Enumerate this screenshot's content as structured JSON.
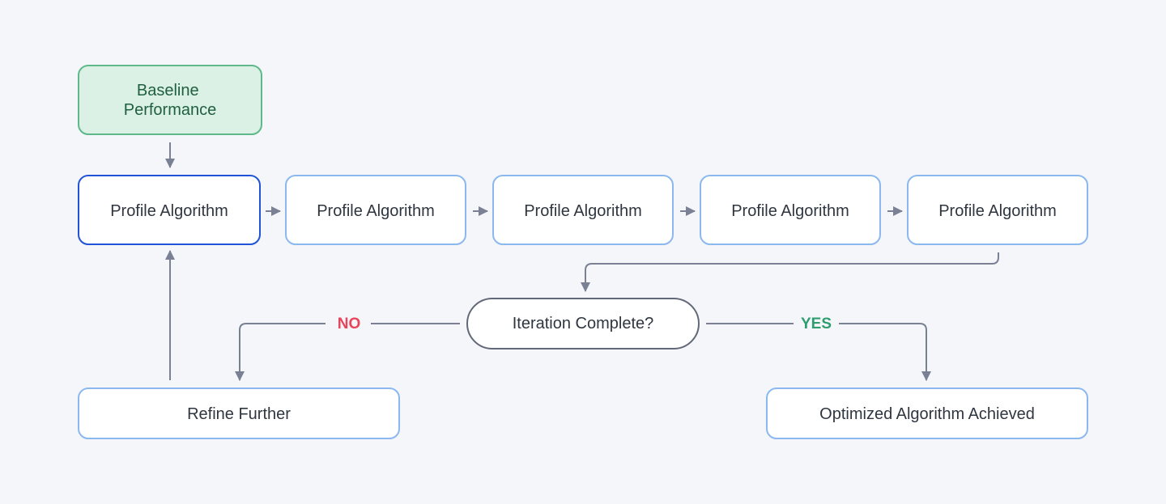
{
  "diagram": {
    "baseline": [
      "Baseline",
      "Performance"
    ],
    "steps": [
      "Profile Algorithm",
      "Profile Algorithm",
      "Profile Algorithm",
      "Profile Algorithm",
      "Profile Algorithm"
    ],
    "decision": "Iteration Complete?",
    "no_label": "NO",
    "yes_label": "YES",
    "refine": "Refine Further",
    "result": "Optimized Algorithm Achieved"
  },
  "colors": {
    "background": "#f4f6fa",
    "box_border": "#8bb8f0",
    "active_border": "#2153d6",
    "baseline_fill": "#dcf1e5",
    "baseline_border": "#5fb88a",
    "baseline_text": "#1f5f3f",
    "edge": "#7a8194",
    "no": "#e8445a",
    "yes": "#2f9e6e"
  }
}
